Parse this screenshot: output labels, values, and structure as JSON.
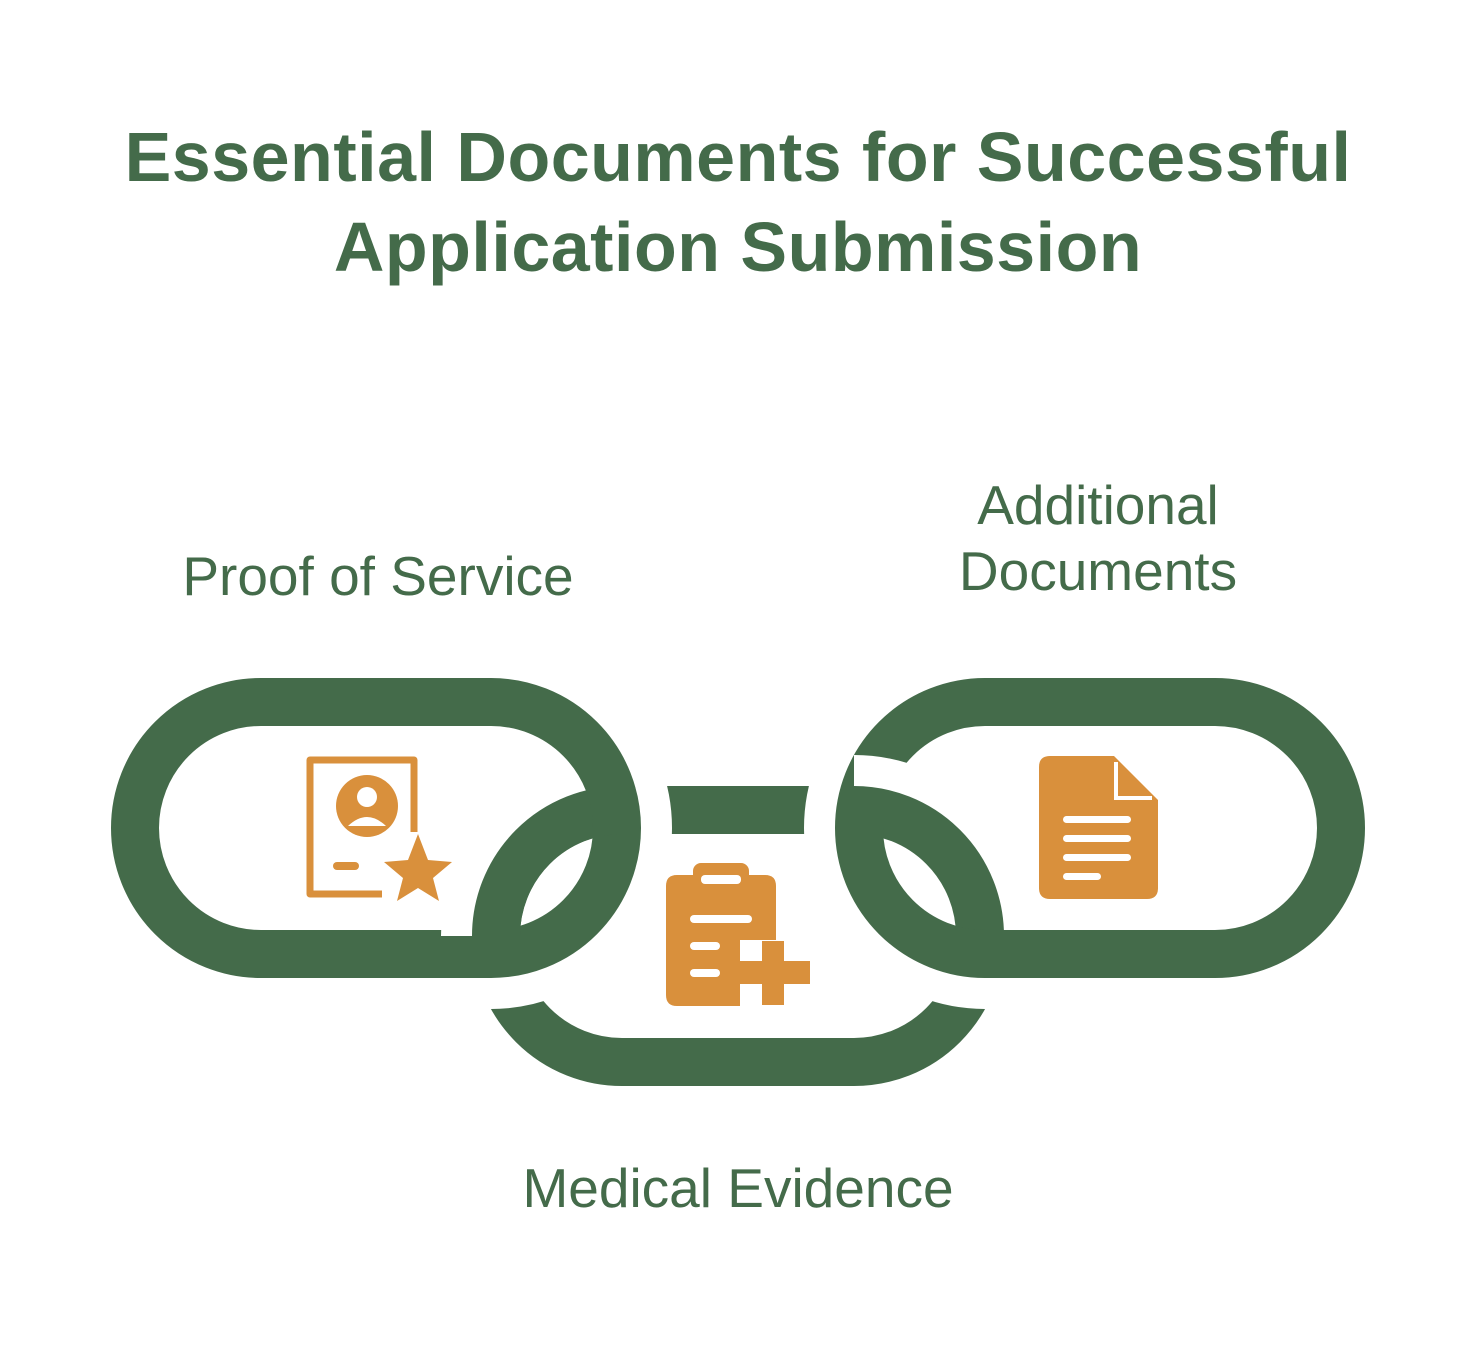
{
  "title": {
    "line1": "Essential Documents for Successful",
    "line2": "Application Submission"
  },
  "links": [
    {
      "label_lines": [
        "Proof of Service"
      ],
      "icon": "certificate-star-icon"
    },
    {
      "label_lines": [
        "Medical Evidence"
      ],
      "icon": "clipboard-medical-icon"
    },
    {
      "label_lines": [
        "Additional",
        "Documents"
      ],
      "icon": "document-icon"
    }
  ],
  "colors": {
    "chain": "#446b4a",
    "title_text": "#446b4a",
    "label_text": "#446b4a",
    "icon": "#d9903c",
    "background": "#ffffff"
  }
}
